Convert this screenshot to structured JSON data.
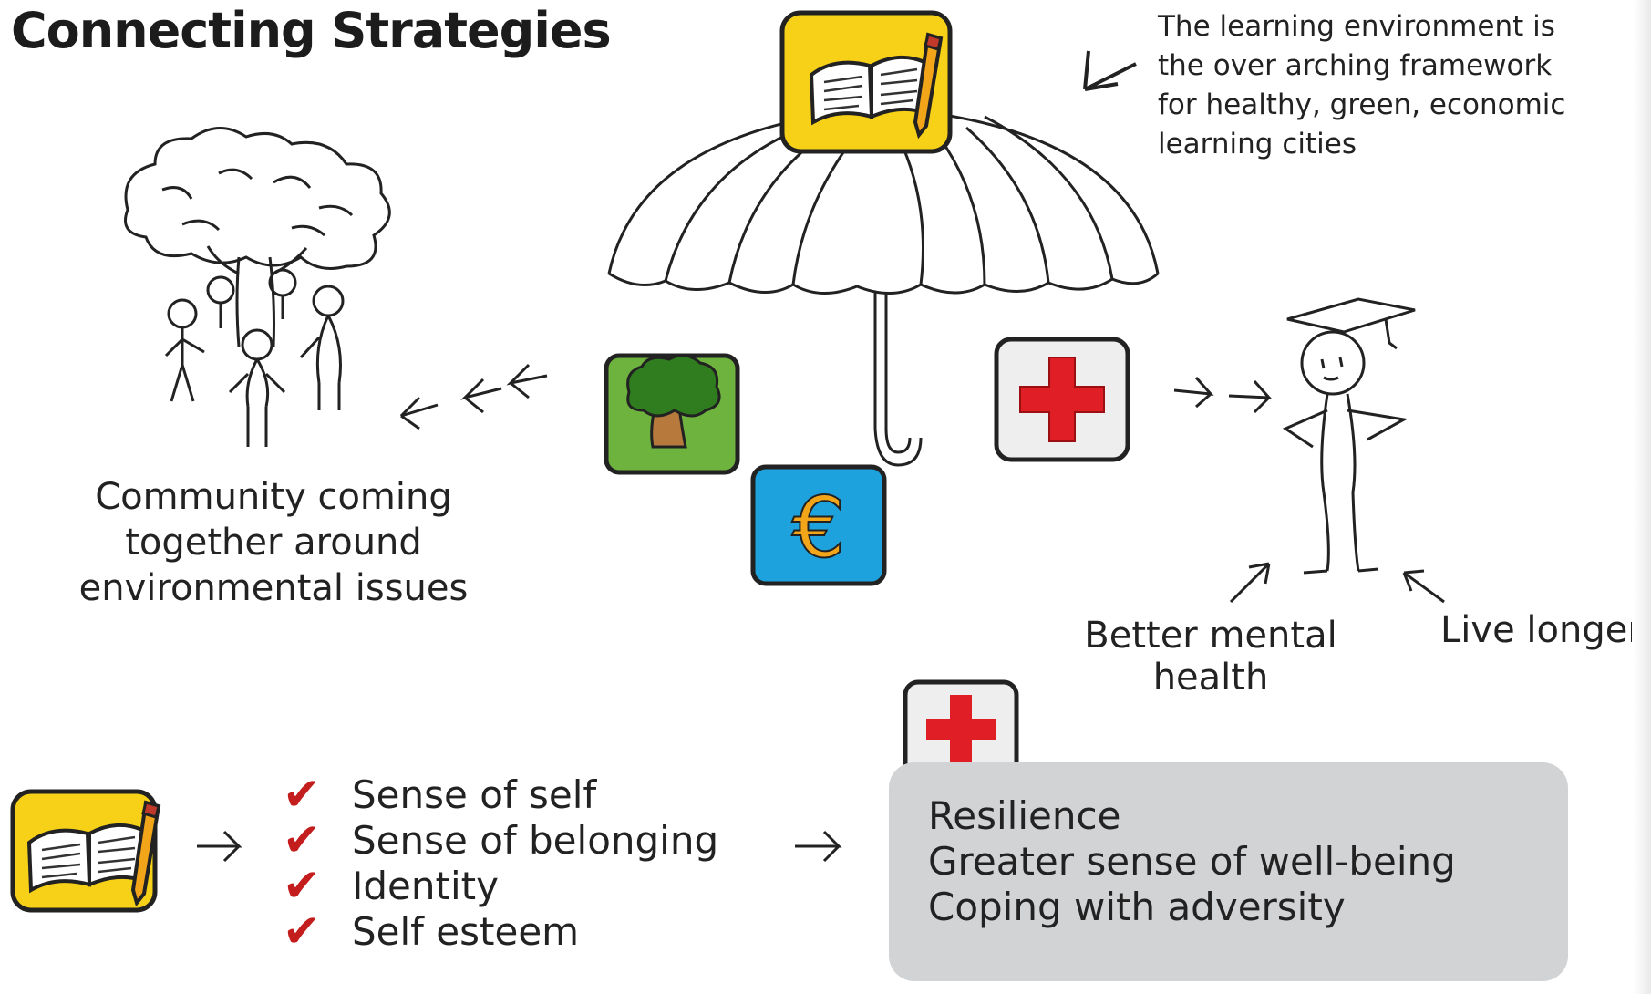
{
  "title": "Connecting Strategies",
  "umbrella_note": {
    "lines": [
      "The learning environment is",
      "the over arching framework",
      "for healthy, green, economic",
      "learning cities"
    ]
  },
  "community_caption": {
    "lines": [
      "Community coming",
      "together around",
      "environmental issues"
    ]
  },
  "person_labels": {
    "mental_line1": "Better mental",
    "mental_line2": "health",
    "longer": "Live longer"
  },
  "checklist": [
    "Sense of self",
    "Sense of belonging",
    "Identity",
    "Self esteem"
  ],
  "outcomes": [
    "Resilience",
    "Greater sense of well-being",
    "Coping with adversity"
  ],
  "icons": {
    "umbrella_top": "book-pencil-icon",
    "green": "tree-icon",
    "economic": "euro-icon",
    "health": "red-cross-icon",
    "bottom_left": "book-pencil-icon",
    "bottom_health": "red-cross-icon"
  },
  "colors": {
    "yellow": "#f7d117",
    "green": "#6fb33f",
    "blue": "#1ea2dd",
    "red": "#e01e26",
    "gray_tile": "#eeeeee",
    "outcome_box": "#d2d3d5"
  }
}
